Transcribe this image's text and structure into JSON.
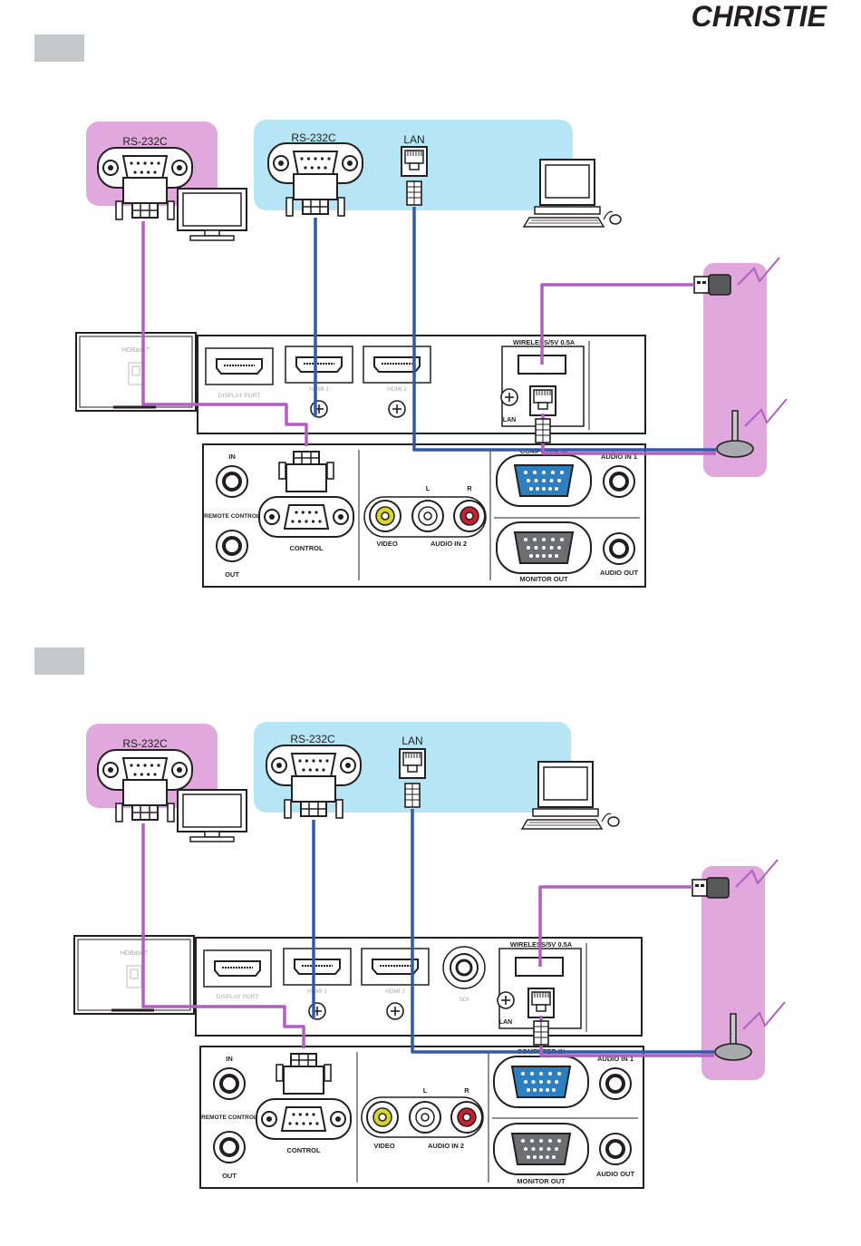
{
  "brand": {
    "logo": "CHRISTIE"
  },
  "colors": {
    "pink_zone": "#e0a8dc",
    "blue_zone": "#b6e5f5",
    "purple_cable": "#b15fc0",
    "blue_cable": "#3159a8",
    "panel_stroke": "#231f20",
    "vga_blue": "#2e7fc0",
    "vga_grey": "#6d6e71",
    "rca_yellow": "#d6d62a",
    "rca_red": "#c8202f"
  },
  "icons": {
    "serial_port": "db9-connector-icon",
    "lan_port": "rj45-connector-icon",
    "monitor": "monitor-icon",
    "computer": "desktop-computer-icon",
    "usb_dongle": "usb-dongle-icon",
    "antenna": "antenna-icon",
    "wireless": "wireless-signal-icon"
  },
  "diagrams": [
    {
      "pink_device": {
        "port_label": "RS-232C"
      },
      "blue_device": {
        "serial_label": "RS-232C",
        "lan_label": "LAN"
      },
      "hdbaset_box": {
        "label": "HDBaseT"
      },
      "upper_panel": {
        "display_port": "DISPLAY PORT",
        "hdmi1": "HDMI 1",
        "hdmi2": "HDMI 2",
        "wireless": "WIRELESS/5V 0.5A",
        "lan": "LAN"
      },
      "lower_panel": {
        "remote_in": "IN",
        "remote_control": "REMOTE CONTROL",
        "remote_out": "OUT",
        "control": "CONTROL",
        "video": "VIDEO",
        "audio_l": "L",
        "audio_r": "R",
        "audio_in2": "AUDIO IN 2",
        "computer_in": "COMPUTER IN",
        "audio_in1": "AUDIO IN 1",
        "monitor_out": "MONITOR OUT",
        "audio_out": "AUDIO OUT"
      }
    },
    {
      "pink_device": {
        "port_label": "RS-232C"
      },
      "blue_device": {
        "serial_label": "RS-232C",
        "lan_label": "LAN"
      },
      "hdbaset_box": {
        "label": "HDBaseT"
      },
      "upper_panel": {
        "display_port": "DISPLAY PORT",
        "hdmi1": "HDMI 1",
        "hdmi2": "HDMI 2",
        "sdi": "SDI",
        "wireless": "WIRELESS/5V 0.5A",
        "lan": "LAN"
      },
      "lower_panel": {
        "remote_in": "IN",
        "remote_control": "REMOTE CONTROL",
        "remote_out": "OUT",
        "control": "CONTROL",
        "video": "VIDEO",
        "audio_l": "L",
        "audio_r": "R",
        "audio_in2": "AUDIO IN 2",
        "computer_in": "COMPUTER IN",
        "audio_in1": "AUDIO IN 1",
        "monitor_out": "MONITOR OUT",
        "audio_out": "AUDIO OUT"
      }
    }
  ]
}
